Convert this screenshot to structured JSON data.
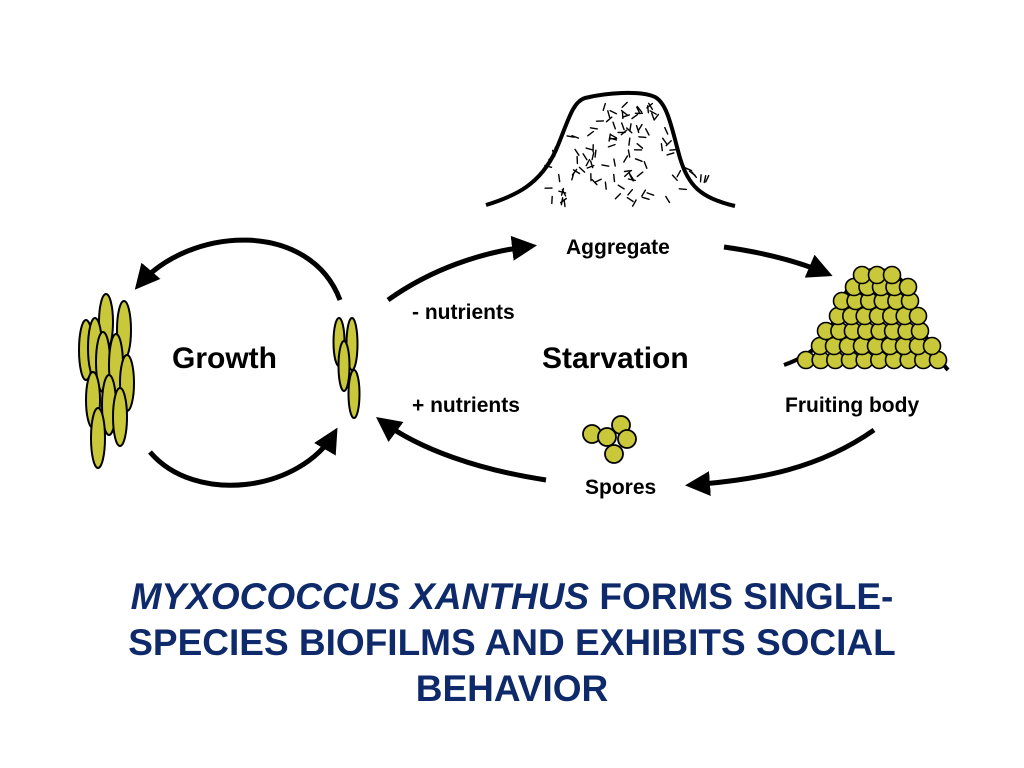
{
  "diagram": {
    "labels": {
      "growth": "Growth",
      "starvation": "Starvation",
      "aggregate": "Aggregate",
      "fruiting_body": "Fruiting body",
      "spores": "Spores",
      "minus_nutrients": "- nutrients",
      "plus_nutrients": "+ nutrients"
    }
  },
  "title": {
    "italic": "MYXOCOCCUS XANTHUS",
    "rest": " FORMS SINGLE-SPECIES BIOFILMS AND EXHIBITS SOCIAL BEHAVIOR"
  },
  "colors": {
    "cell_fill": "#c8c83a",
    "outline": "#000000",
    "title": "#0f2a6b"
  }
}
